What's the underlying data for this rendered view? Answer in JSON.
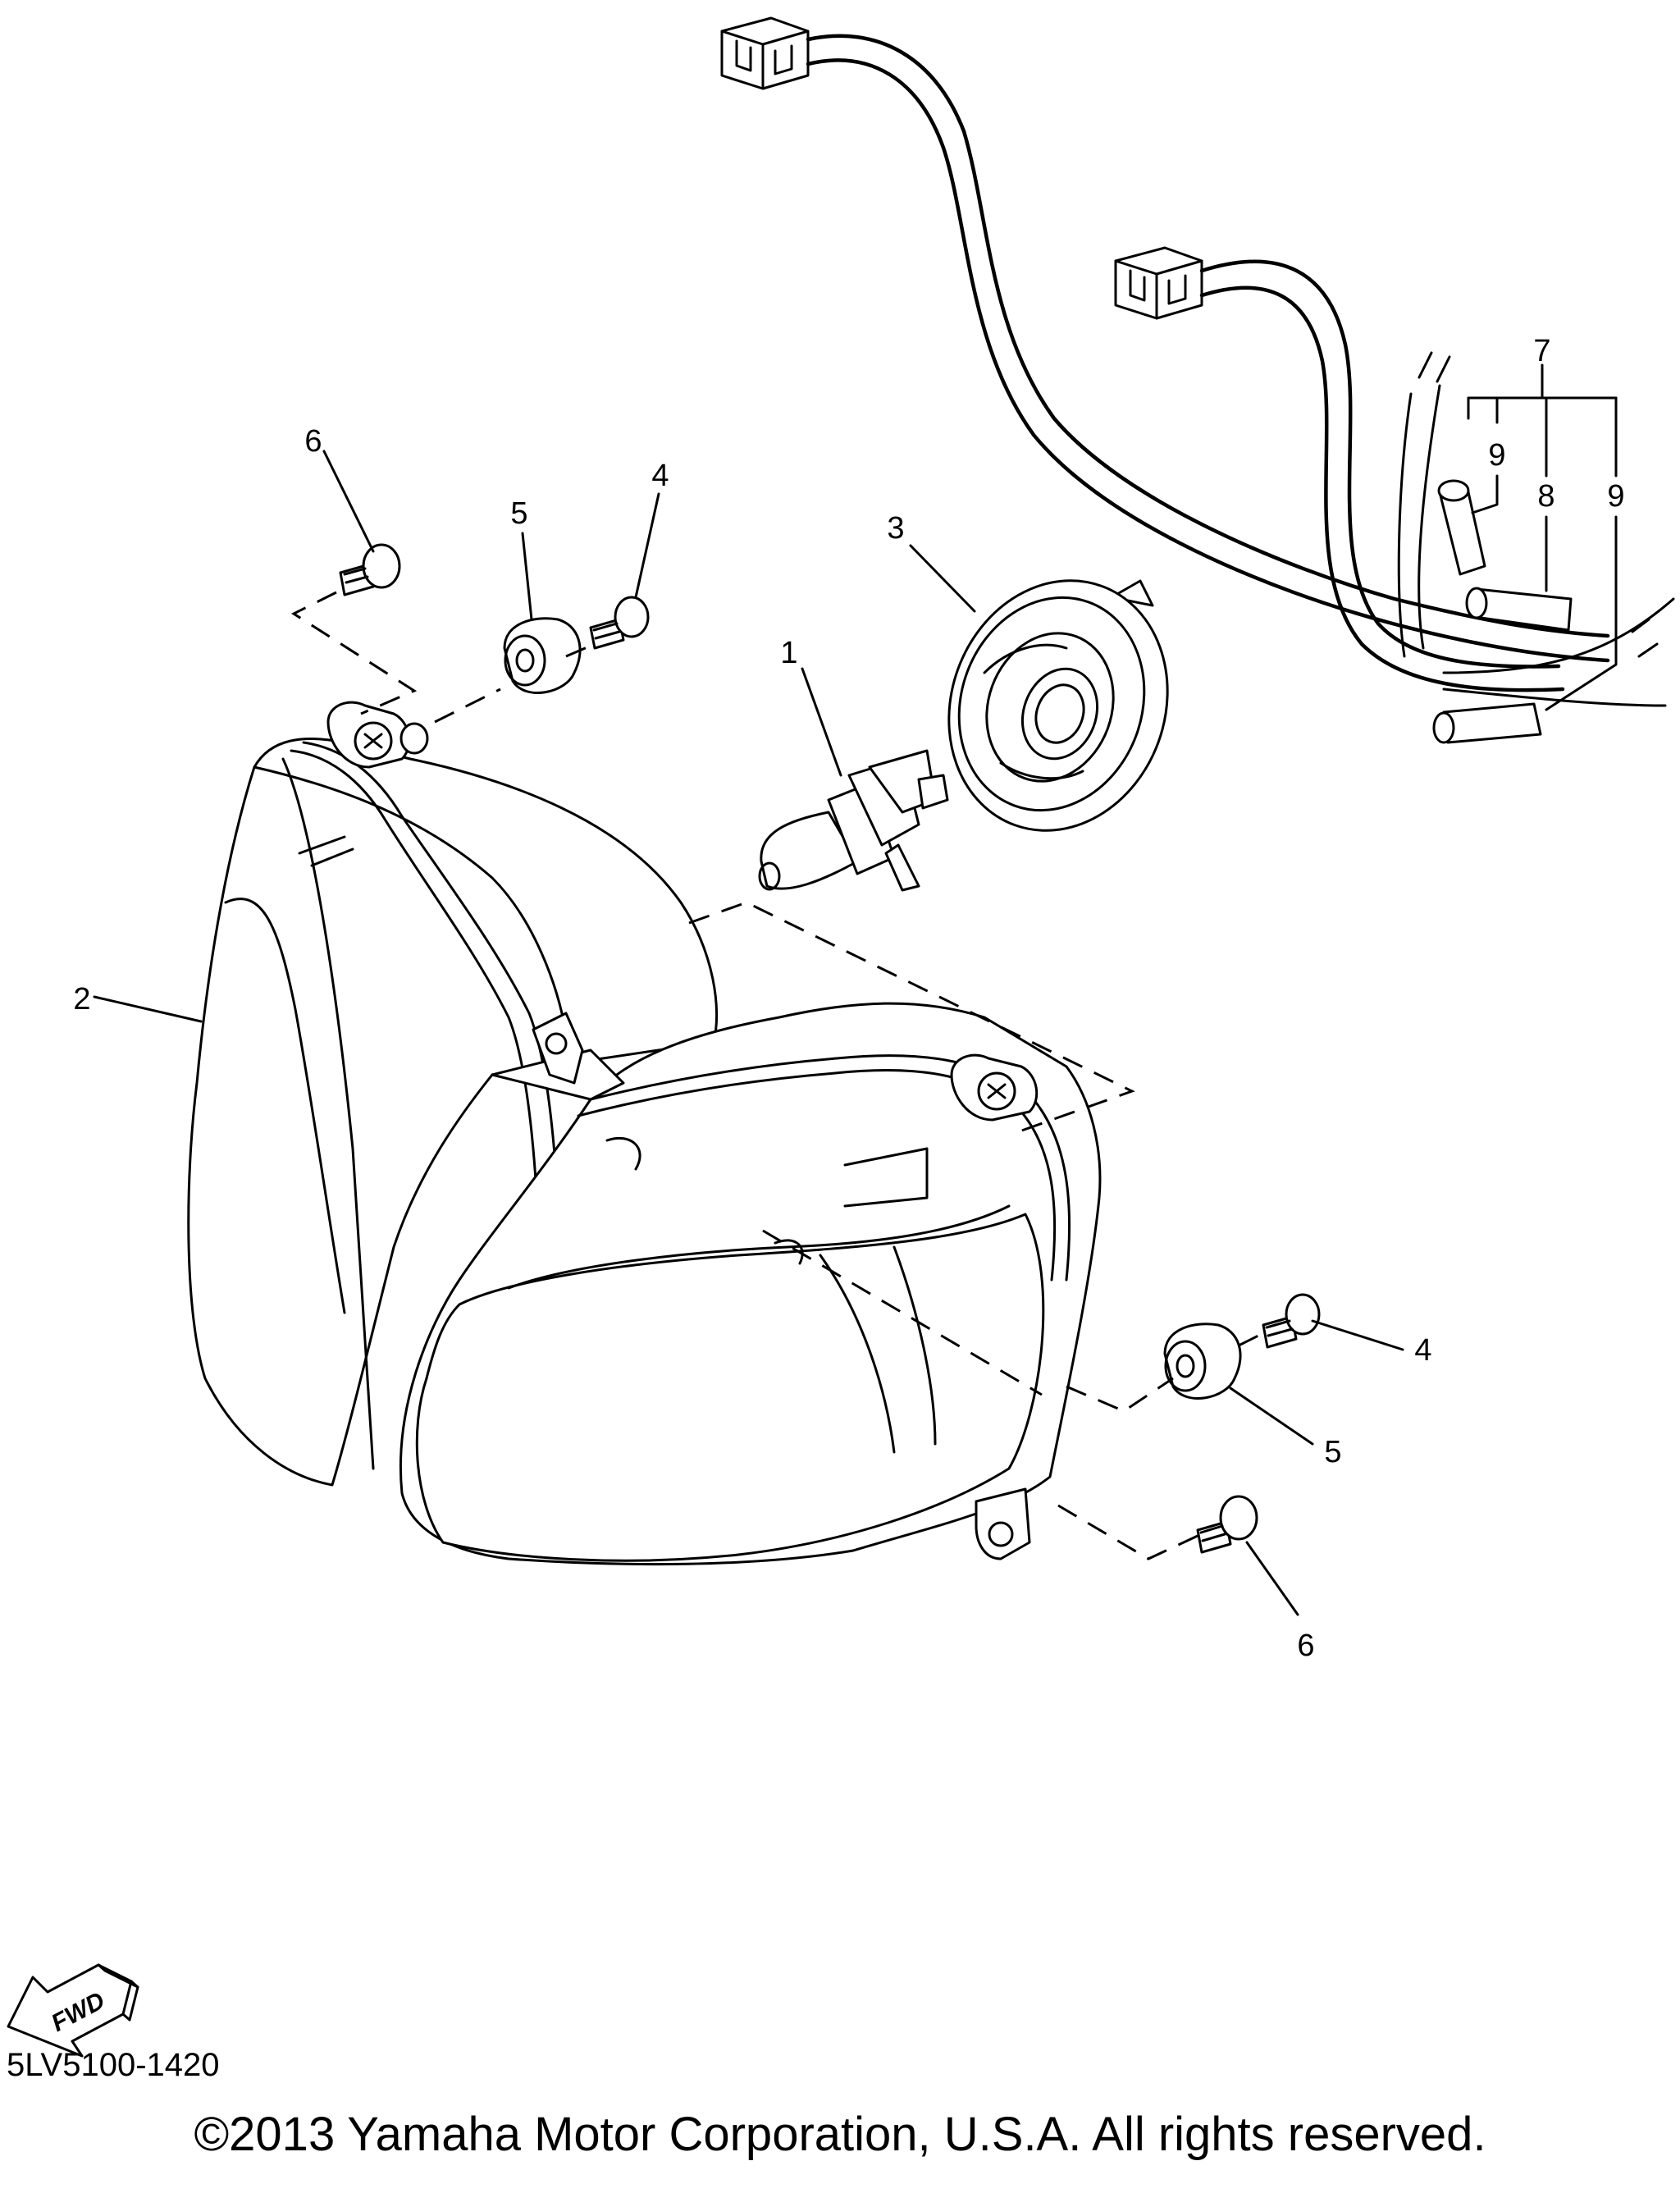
{
  "diagram": {
    "code": "5LV5100-1420",
    "copyright": "©2013 Yamaha Motor Corporation, U.S.A. All rights reserved.",
    "fwd_label": "FWD",
    "callouts": {
      "bulb": "1",
      "headlight_assembly": "2",
      "bulb_cover": "3",
      "screw_upper": "4",
      "grommet_upper": "5",
      "bolt_upper": "6",
      "lead_wire_group": "7",
      "lead_wire_center": "8",
      "lead_wire_left": "9",
      "lead_wire_right": "9",
      "screw_lower": "4",
      "grommet_lower": "5",
      "bolt_lower": "6"
    }
  }
}
